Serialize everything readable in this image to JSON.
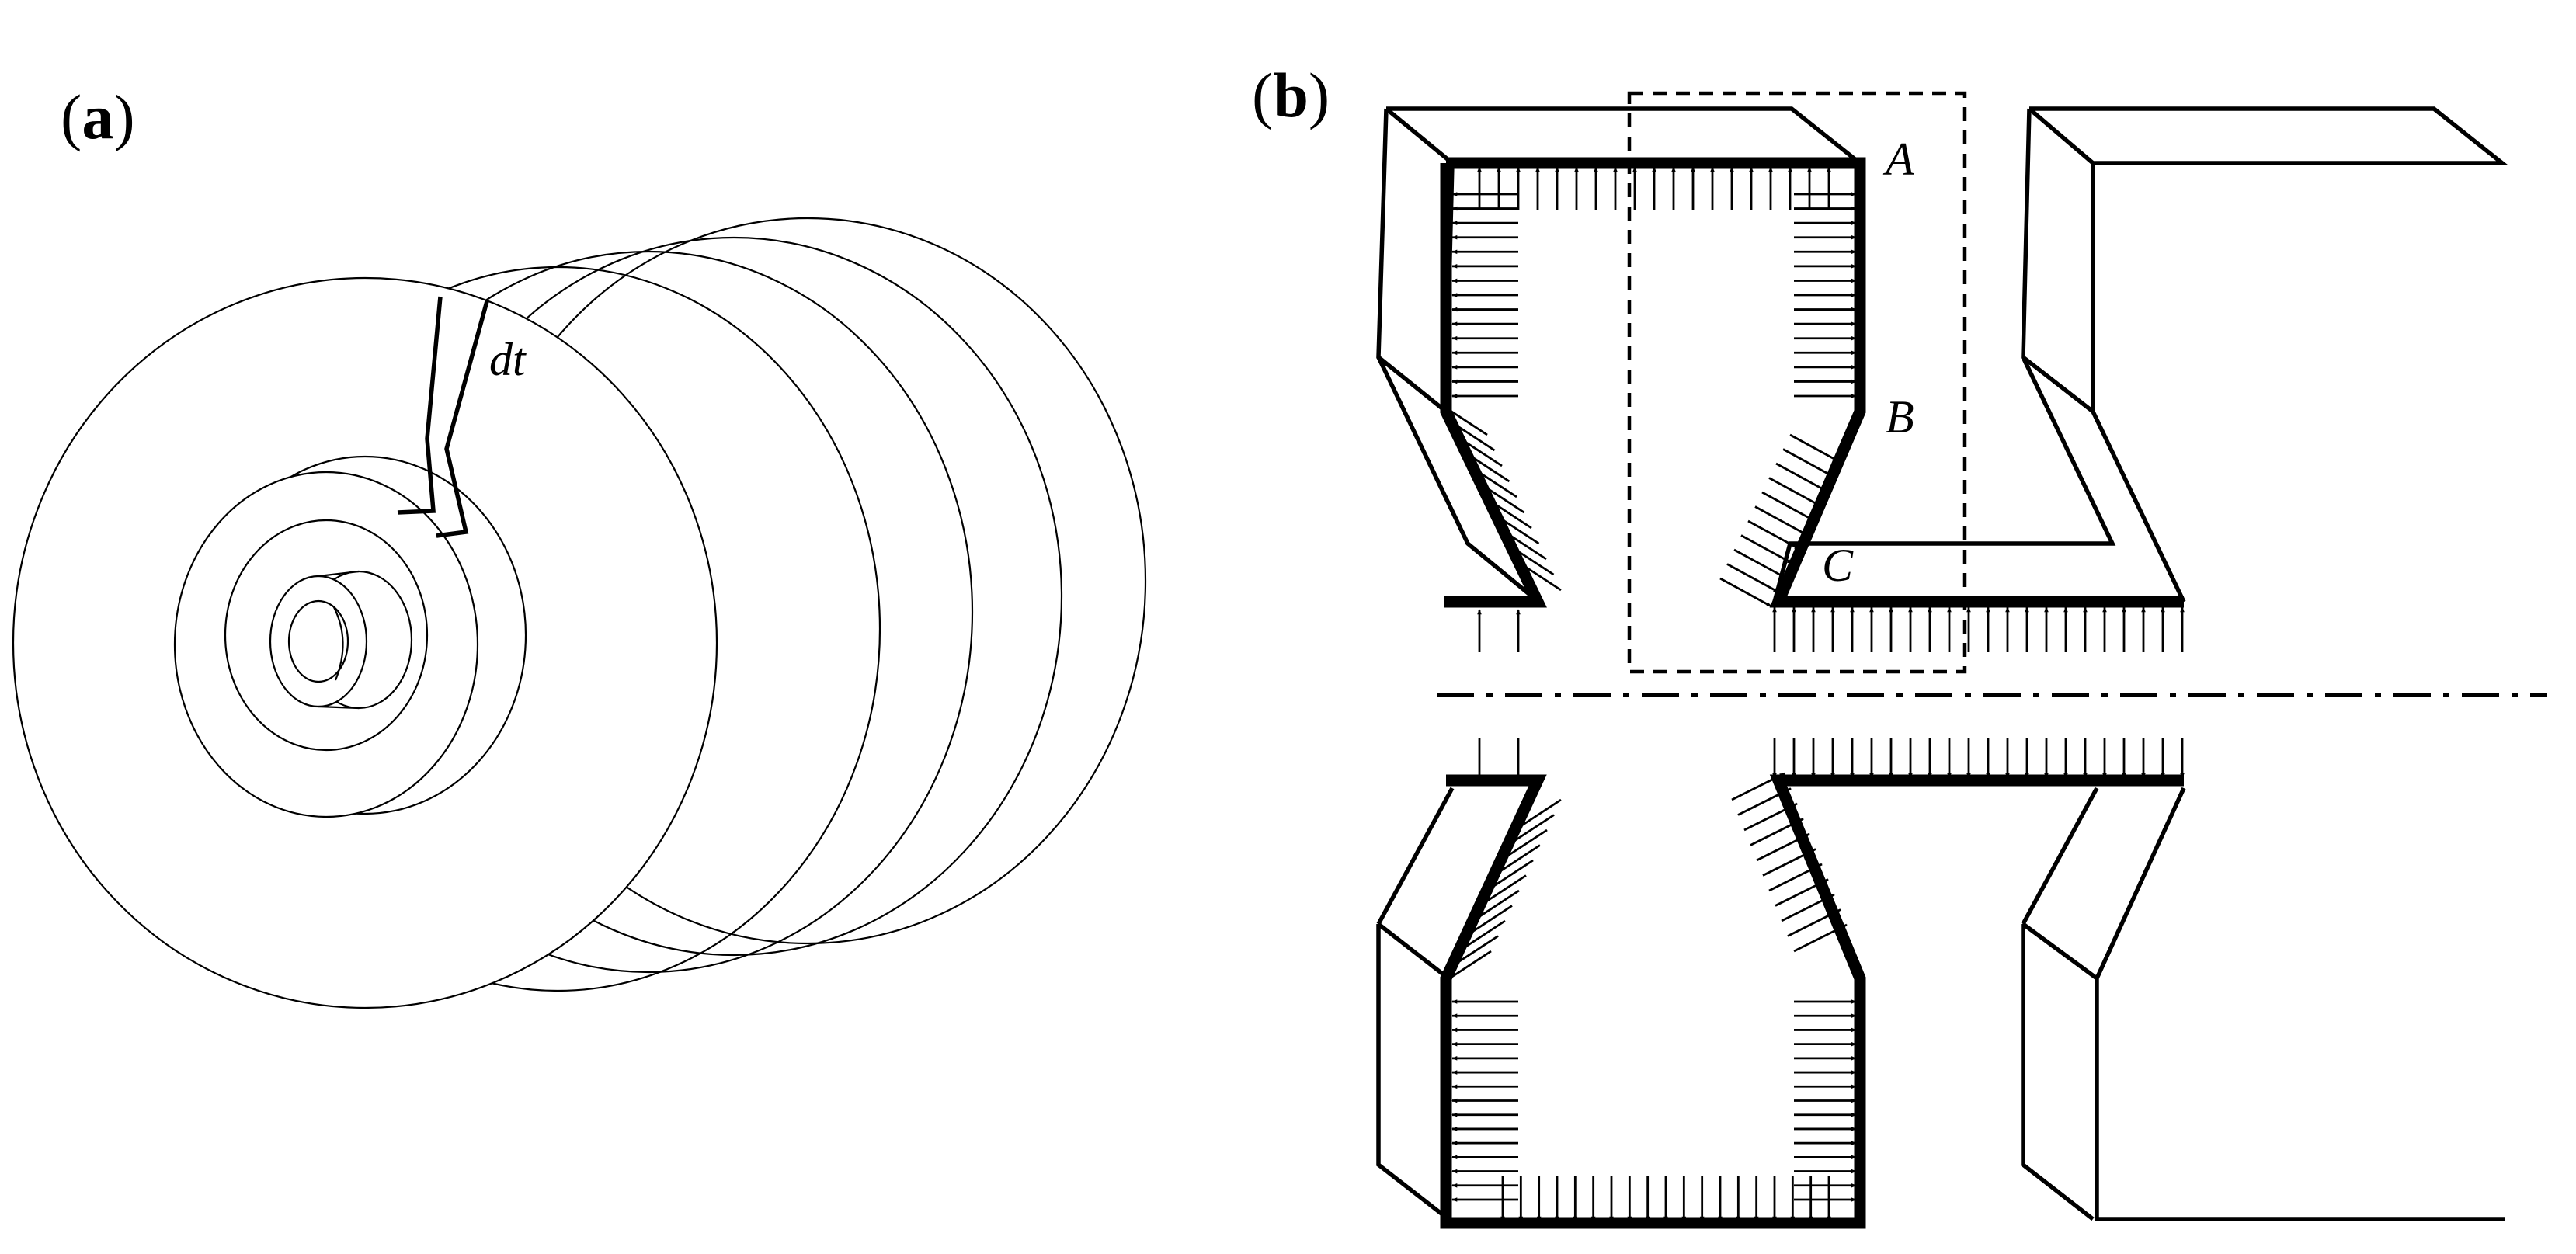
{
  "panel_a": {
    "label_open": "(",
    "label_letter": "a",
    "label_close": ")",
    "thickness_label": "dt"
  },
  "panel_b": {
    "label_open": "(",
    "label_letter": "b",
    "label_close": ")",
    "point_a": "A",
    "point_b": "B",
    "point_c": "C"
  }
}
